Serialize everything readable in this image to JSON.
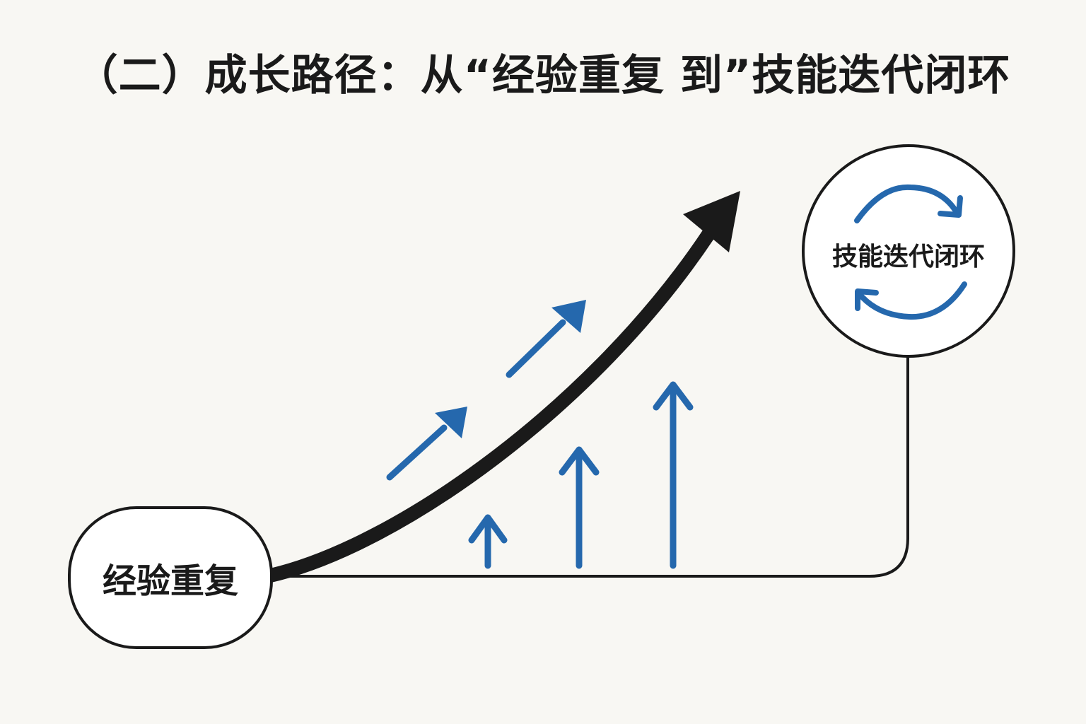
{
  "title": "（二）成长路径：从“经验重复 到”技能迭代闭环",
  "nodes": {
    "start": {
      "label": "经验重复"
    },
    "end": {
      "label": "技能迭代闭环",
      "icon": "cycle-arrows-icon"
    }
  },
  "connections": [
    {
      "from": "start",
      "to": "end",
      "style": "growth-curve-arrow"
    },
    {
      "from": "start",
      "to": "end",
      "style": "baseline-connector"
    }
  ],
  "decorations": {
    "rising_arrows": 3,
    "diagonal_arrows": 2
  },
  "colors": {
    "background": "#f8f7f3",
    "ink": "#1a1a1a",
    "accent": "#2568ad"
  }
}
